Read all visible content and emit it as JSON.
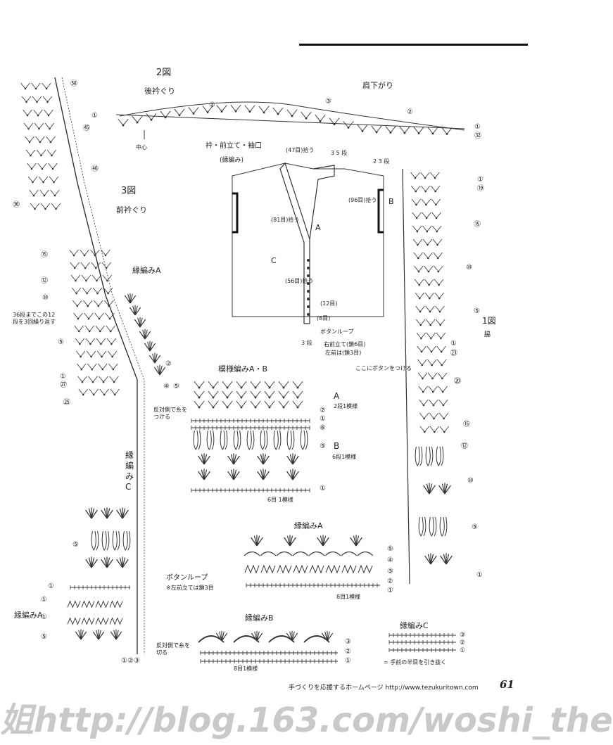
{
  "fig2": {
    "title": "2図",
    "back_neck": "後衿ぐり",
    "shoulder_down": "肩下がり",
    "center": "中心",
    "rows": [
      "①",
      "②",
      "③",
      "②",
      "①",
      "㉜"
    ]
  },
  "fig3": {
    "title": "3図",
    "front_neck": "前衿ぐり",
    "rows_top": [
      "㊿",
      "㊺",
      "㊵",
      "㊱"
    ],
    "rows_mid": [
      "⑮",
      "⑫",
      "⑩",
      "⑤",
      "①",
      "㉗",
      "㉕"
    ],
    "note": "36段までこの12段を3回繰り返す",
    "edge_a_label": "縁編みA",
    "rows_edge": [
      "②",
      "④",
      "⑤"
    ],
    "attach_note": "反対側で糸をつける"
  },
  "collar": {
    "title": "衿・前立て・袖口",
    "subtitle": "(縁編み)",
    "pick_47": "(47目)拾う",
    "rows_35": "3 5 段",
    "rows_23": "2 3 段",
    "pick_96": "(96目)拾う",
    "label_b": "B",
    "pick_81": "(81目)拾う",
    "label_a": "A",
    "label_c": "C",
    "pick_56": "(56目)拾う",
    "count_12": "(12目)",
    "count_8": "(8目)",
    "rows_3": "3 段",
    "button_loop": "ボタンループ",
    "right_front": "右前立て(鎖6目)",
    "left_front": "左前は(鎖3目)",
    "button_here": "ここにボタンをつける"
  },
  "pattern_ab": {
    "title": "模様編みA・B",
    "right_rows": [
      "②",
      "①",
      "⑥",
      "⑤",
      "①"
    ],
    "label_a": "A",
    "label_a_sub": "2段1模様",
    "label_b": "B",
    "label_b_sub": "6段1模様",
    "bottom": "6目 1模様"
  },
  "edge_c_vertical": {
    "text": "縁編み C"
  },
  "lower_left": {
    "rows": [
      "⑤",
      "①",
      "①",
      "①",
      "⑤"
    ],
    "edge_a": "縁編みA",
    "loop": "ボタンループ",
    "loop_note": "※左前立ては鎖3目",
    "bottom_rows": "①②③",
    "cut_note": "反対側で糸を切る"
  },
  "edge_a": {
    "title": "縁編みA",
    "rows": [
      "⑤",
      "④",
      "③",
      "②",
      "①"
    ],
    "bottom": "8目1模様"
  },
  "edge_b": {
    "title": "縁編みB",
    "rows": [
      "③",
      "②",
      "①"
    ],
    "bottom": "8目1模様"
  },
  "edge_c": {
    "title": "縁編みC",
    "rows": [
      "③",
      "②",
      "①"
    ],
    "note": "= 手前の半目を引き抜く"
  },
  "fig1": {
    "title": "1図",
    "subtitle": "脇",
    "rows": [
      "①",
      "⑲",
      "⑮",
      "⑩",
      "⑤",
      "①",
      "㉓",
      "⑳",
      "⑮",
      "⑫",
      "⑩",
      "⑤",
      "①"
    ]
  },
  "footer": {
    "text": "手づくりを応援するホームページ  http://www.tezukuritown.com",
    "page": "61"
  },
  "watermark": "姐http://blog.163.com/woshi_the"
}
